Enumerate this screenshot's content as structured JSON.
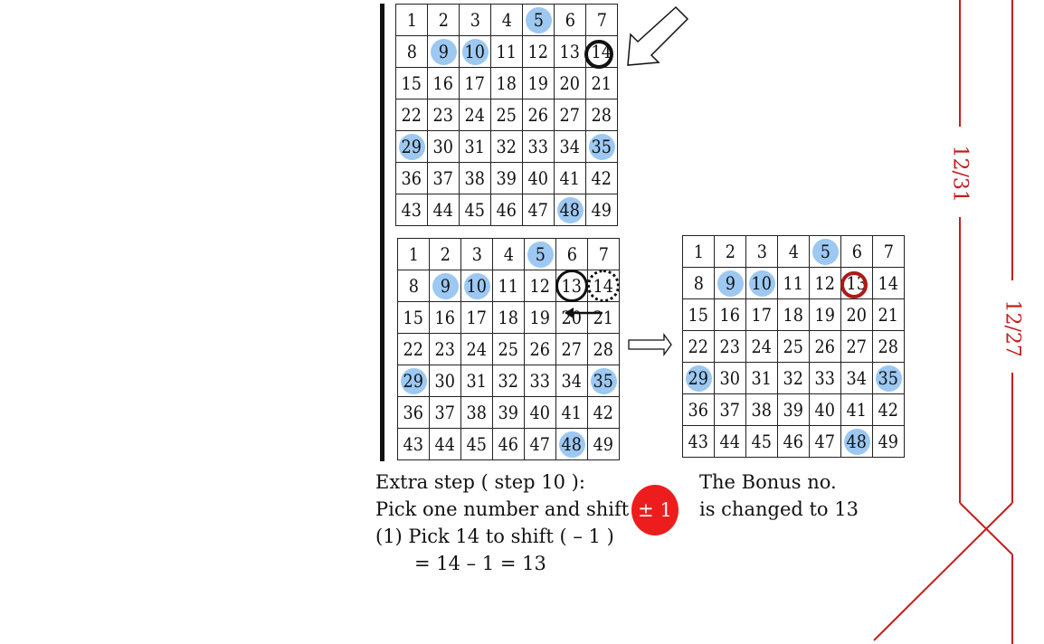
{
  "grid_numbers": [
    "1",
    "2",
    "3",
    "4",
    "5",
    "6",
    "7",
    "8",
    "9",
    "10",
    "11",
    "12",
    "13",
    "14",
    "15",
    "16",
    "17",
    "18",
    "19",
    "20",
    "21",
    "22",
    "23",
    "24",
    "25",
    "26",
    "27",
    "28",
    "29",
    "30",
    "31",
    "32",
    "33",
    "34",
    "35",
    "36",
    "37",
    "38",
    "39",
    "40",
    "41",
    "42",
    "43",
    "44",
    "45",
    "46",
    "47",
    "48",
    "49"
  ],
  "highlighted_numbers": [
    "5",
    "9",
    "10",
    "29",
    "35",
    "48"
  ],
  "left_text": {
    "line1": "Extra step ( step 10 ):",
    "line2": "Pick one number and shift",
    "line3": "(1) Pick 14 to shift ( – 1 )",
    "line4": "= 14 – 1 = 13"
  },
  "badge_text": "± 1",
  "right_text": {
    "line1": "The Bonus no.",
    "line2": "is changed to 13"
  },
  "side_labels": {
    "first": "12/31",
    "second": "12/27"
  },
  "colors": {
    "highlight": "#9cc8f2",
    "accent_red": "#c41e1e",
    "badge_red": "#ee1d1d",
    "circle_black": "#111111"
  }
}
